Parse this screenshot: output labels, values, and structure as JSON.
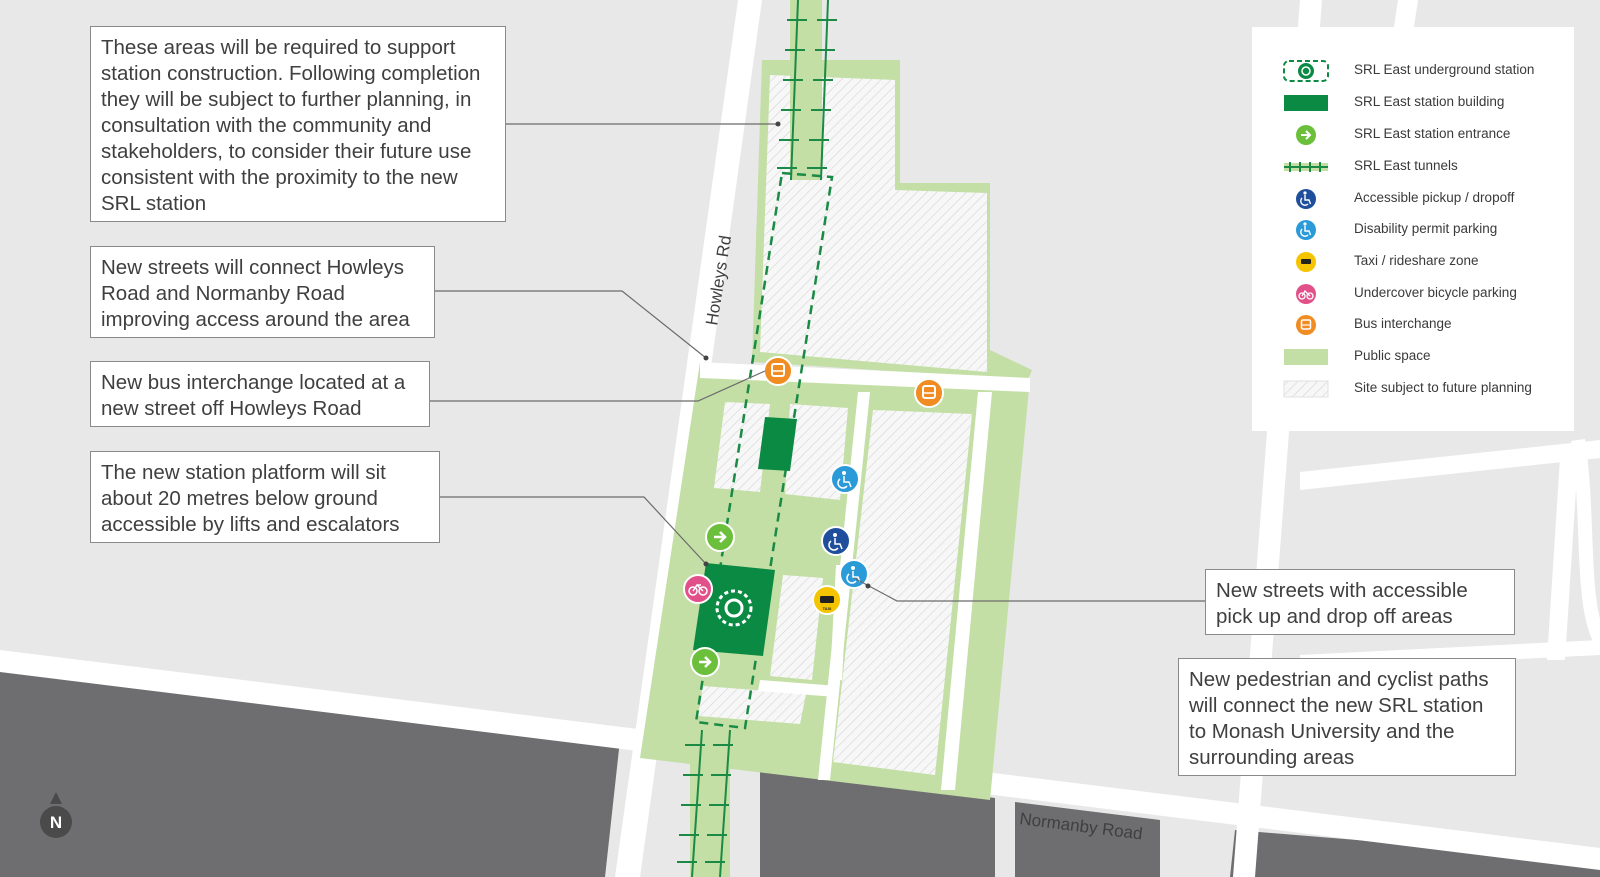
{
  "colors": {
    "background": "#e8e8e9",
    "road": "#ffffff",
    "public_space": "#c3dfa5",
    "station_green": "#0b8a43",
    "tunnel": "#1a8a45",
    "entrance_green": "#6cbf3a",
    "accessible_blue": "#1f4f9c",
    "disability_parking": "#2a9bd8",
    "taxi_yellow": "#f5c400",
    "bicycle_pink": "#e2508a",
    "bus_orange": "#f08c22",
    "dark_block": "#6e6e70"
  },
  "roads": {
    "howleys": "Howleys Rd",
    "normanby": "Normanby Road"
  },
  "callouts": [
    {
      "text": "These areas will be required to support station construction. Following completion they will be subject to further planning, in consultation with the community and stakeholders, to consider their future use consistent with the proximity to the new SRL station"
    },
    {
      "text": "New streets will connect Howleys Road and Normanby Road improving access around the area"
    },
    {
      "text": "New bus interchange located at a new street off Howleys Road"
    },
    {
      "text": "The new station platform will sit about 20 metres below ground accessible by lifts and escalators"
    },
    {
      "text": "New streets with accessible pick up and drop off areas"
    },
    {
      "text": "New pedestrian and cyclist paths will connect the new SRL station to Monash University and the surrounding areas"
    }
  ],
  "legend": [
    {
      "label": "SRL East underground station",
      "icon": "underground-station-icon"
    },
    {
      "label": "SRL East station building",
      "icon": "station-building-swatch"
    },
    {
      "label": "SRL East station entrance",
      "icon": "station-entrance-icon"
    },
    {
      "label": "SRL East tunnels",
      "icon": "tunnels-icon"
    },
    {
      "label": "Accessible pickup / dropoff",
      "icon": "accessible-icon"
    },
    {
      "label": "Disability permit parking",
      "icon": "disability-parking-icon"
    },
    {
      "label": "Taxi / rideshare zone",
      "icon": "taxi-icon"
    },
    {
      "label": "Undercover bicycle parking",
      "icon": "bicycle-icon"
    },
    {
      "label": "Bus interchange",
      "icon": "bus-icon"
    },
    {
      "label": "Public space",
      "icon": "public-space-swatch"
    },
    {
      "label": "Site subject to future planning",
      "icon": "future-planning-swatch"
    }
  ],
  "north": "N",
  "taxi_text": "TAXI"
}
